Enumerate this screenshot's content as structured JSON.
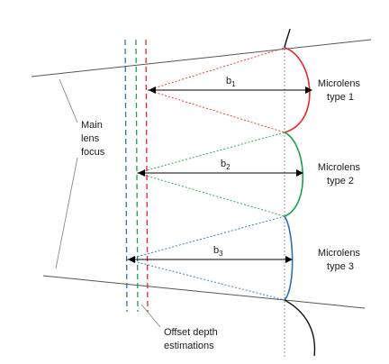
{
  "labels": {
    "main_lens_focus": [
      "Main",
      "lens",
      "focus"
    ],
    "offset_depth": [
      "Offset depth",
      "estimations"
    ],
    "microlens": [
      [
        "Microlens",
        "type 1"
      ],
      [
        "Microlens",
        "type 2"
      ],
      [
        "Microlens",
        "type 3"
      ]
    ],
    "distances": [
      {
        "base": "b",
        "sub": "1"
      },
      {
        "base": "b",
        "sub": "2"
      },
      {
        "base": "b",
        "sub": "3"
      }
    ]
  },
  "colors": {
    "type1": "#e8252b",
    "type2": "#1aa34a",
    "type3": "#2e6fb0",
    "line": "#555555",
    "dark": "#111111"
  }
}
